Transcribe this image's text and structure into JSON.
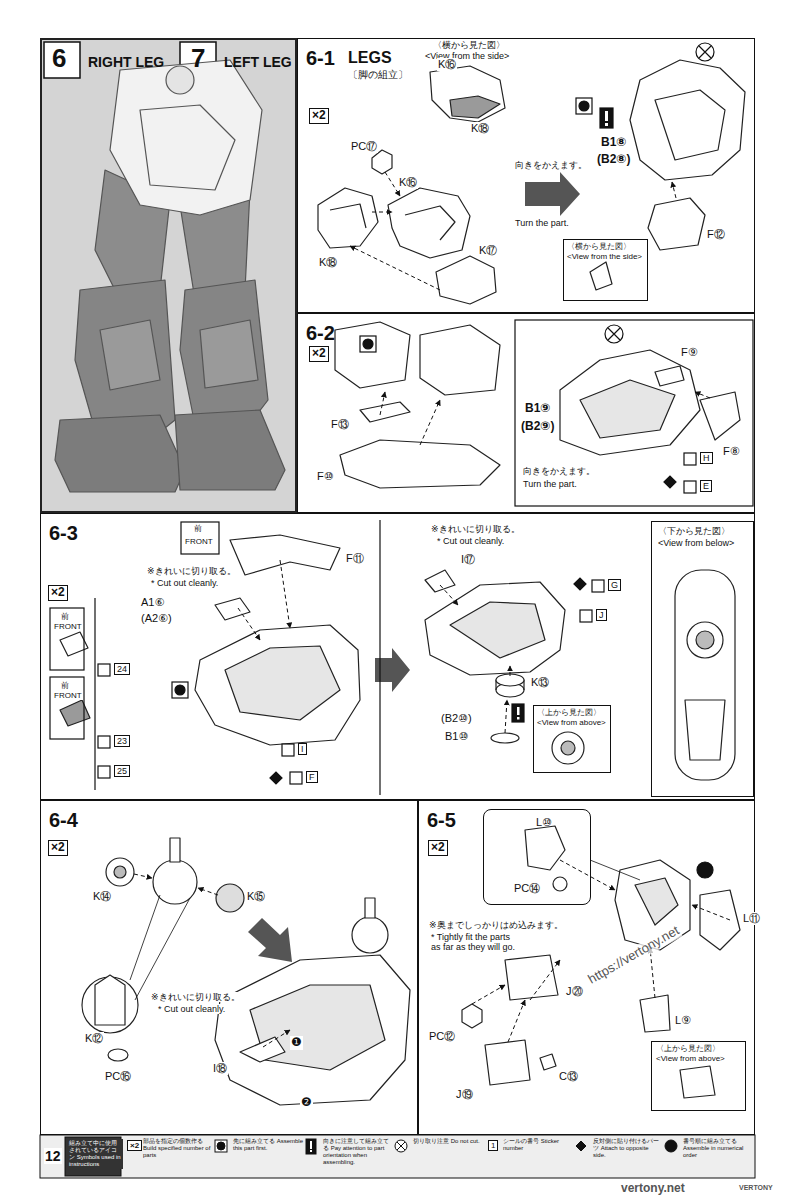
{
  "diagram": {
    "nodes": [
      {
        "text": [
          "6",
          "RIGHT LEG",
          "7",
          "LEFT LEG"
        ]
      },
      {
        "text": [
          "6-1",
          "LEGS",
          "〔脚の組立〕"
        ]
      },
      {
        "text": [
          "〈横から見た図〉",
          "<View from the side>"
        ],
        "in": 1
      },
      {
        "text": [
          "6-2"
        ]
      },
      {
        "text": [
          "6-3"
        ]
      },
      {
        "text": [
          "〈下から見た図〉",
          "<View from below>"
        ],
        "in": 4
      },
      {
        "text": [
          "〈上から見た図〉",
          "<View from above>"
        ],
        "in": 4
      },
      {
        "text": [
          "6-4"
        ]
      },
      {
        "text": [
          "6-5"
        ]
      },
      {
        "text": [
          "L⑩",
          "PC⑭"
        ],
        "in": 8
      },
      {
        "text": [
          "〈上から見た図〉",
          "<View from above>"
        ],
        "in": 8
      }
    ],
    "labels": [
      "×2",
      "〈横から見た図〉",
      "<View from the side>",
      "K⑯",
      "K⑱",
      "PC⑰",
      "K⑯",
      "K⑰",
      "K⑱",
      "向きをかえます。",
      "Turn the part.",
      "B1⑧",
      "(B2⑧)",
      "F⑫",
      "×2",
      "F⑬",
      "F⑩",
      "B1⑨",
      "(B2⑨)",
      "F⑨",
      "F⑧",
      "H",
      "E",
      "向きをかえます。",
      "Turn the part.",
      "前",
      "FRONT",
      "×2",
      "※きれいに切り取る。",
      "* Cut out cleanly.",
      "A1⑥",
      "(A2⑥)",
      "F⑪",
      "前",
      "FRONT",
      "24",
      "前",
      "FRONT",
      "23",
      "25",
      "I",
      "F",
      "※きれいに切り取る。",
      "* Cut out cleanly.",
      "I⑰",
      "G",
      "J",
      "K⑬",
      "(B2⑩)",
      "B1⑩",
      "×2",
      "K⑭",
      "K⑮",
      "K⑫",
      "PC⑯",
      "※きれいに切り取る。",
      "* Cut out cleanly.",
      "I⑱",
      "❶",
      "❷",
      "×2",
      "L⑪",
      "※奥までしっかりはめ込みます。",
      "* Tightly fit the parts as far as they will go.",
      "J⑳",
      "PC⑫",
      "J⑲",
      "C⑬",
      "L⑨",
      "12",
      "組み立て中に使用されているアイコン Symbols used in instructions",
      "×2",
      "1",
      "https://vertony.net",
      "vertony.net",
      "VERTONY"
    ],
    "legend": [
      {
        "text": "部品を指定の個数作る Build specified number of parts"
      },
      {
        "text": "先に組み立てる Assemble this part first."
      },
      {
        "text": "向きに注意して組み立てる Pay attention to part orientation when assembling."
      },
      {
        "text": "切り取り注意 Do not cut."
      },
      {
        "text": "シールの番号 Sticker number"
      },
      {
        "text": "反対側に貼り付けるパーツ Attach to opposite side."
      },
      {
        "text": "番号順に組み立てる Assemble in numerical order"
      }
    ]
  }
}
